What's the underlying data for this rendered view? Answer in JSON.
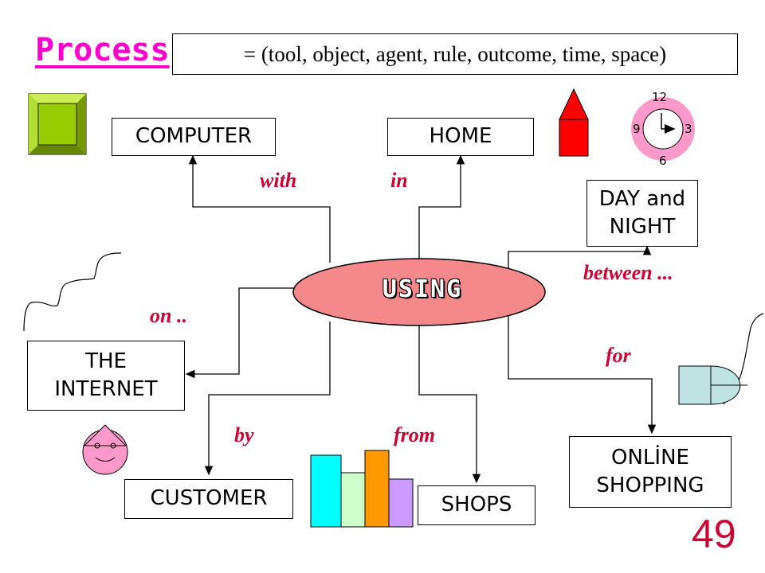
{
  "title": "Process",
  "formula": "=  (tool, object, agent, rule, outcome, time, space)",
  "center": "USING",
  "nodes": {
    "computer": "COMPUTER",
    "home": "HOME",
    "day_night_line1": "DAY and",
    "day_night_line2": "NIGHT",
    "internet_line1": "THE",
    "internet_line2": "INTERNET",
    "customer": "CUSTOMER",
    "shops": "SHOPS",
    "online_line1": "ONLİNE",
    "online_line2": "SHOPPING"
  },
  "relations": {
    "with": "with",
    "in": "in",
    "between": "between ...",
    "on": "on  ..",
    "for": "for",
    "by": "by",
    "from": "from"
  },
  "clock": {
    "n12": "12",
    "n3": "3",
    "n6": "6",
    "n9": "9"
  },
  "page_number": "49",
  "colors": {
    "accent_text": "#cc0033",
    "title": "#ff00cc",
    "center_fill": "#f4888a",
    "square": "#99cc00",
    "house": "#ff0000",
    "clock_ring": "#ff99cc",
    "face": "#ff99cc",
    "bar_colors": [
      "#00ffff",
      "#ccffcc",
      "#ff9900",
      "#cc99ff"
    ],
    "shape_fill": "#bfe3e3"
  }
}
